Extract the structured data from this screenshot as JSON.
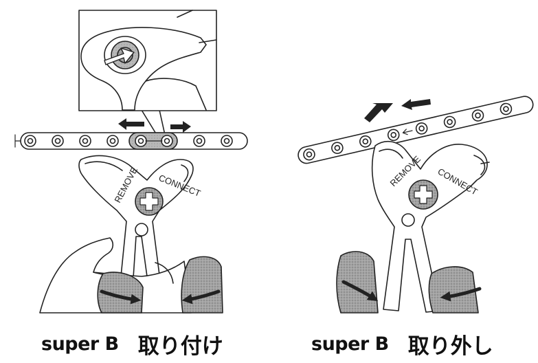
{
  "captions": {
    "install": {
      "brand": "super B",
      "action": "取り付け"
    },
    "remove": {
      "brand": "super B",
      "action": "取り外し"
    }
  },
  "tool_labels": {
    "left": {
      "remove": "REMOVE",
      "connect": "CONNECT"
    },
    "right": {
      "remove": "REMOVE",
      "connect": "CONNECT"
    }
  },
  "colors": {
    "line": "#222222",
    "hand_fill": "#9a9a9a",
    "screw_fill": "#b5b5b5",
    "arrow": "#222222",
    "background": "#ffffff"
  },
  "icons": [
    "screw-icon",
    "arrow-icon"
  ]
}
